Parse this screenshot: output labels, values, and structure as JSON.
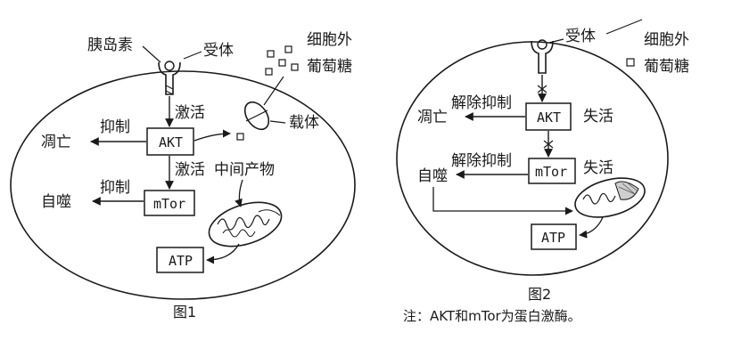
{
  "figure1": {
    "caption": "图1",
    "labels": {
      "insulin": "胰岛素",
      "receptor": "受体",
      "extracellular": "细胞外",
      "glucose": "葡萄糖",
      "activate1": "激活",
      "carrier": "载体",
      "inhibit1": "抑制",
      "apoptosis": "凋亡",
      "akt": "AKT",
      "activate2": "激活",
      "intermediate": "中间产物",
      "inhibit2": "抑制",
      "autophagy": "自噬",
      "mtor": "mTor",
      "atp": "ATP"
    }
  },
  "figure2": {
    "caption": "图2",
    "labels": {
      "receptor": "受体",
      "extracellular": "细胞外",
      "glucose": "葡萄糖",
      "release1": "解除抑制",
      "apoptosis": "凋亡",
      "akt": "AKT",
      "inactive1": "失活",
      "release2": "解除抑制",
      "autophagy": "自噬",
      "mtor": "mTor",
      "inactive2": "失活",
      "atp": "ATP"
    }
  },
  "note": "注：AKT和mTor为蛋白激酶。"
}
